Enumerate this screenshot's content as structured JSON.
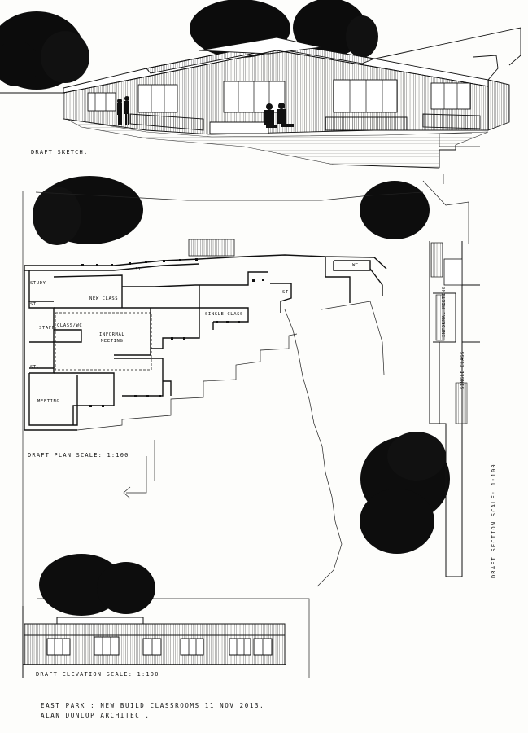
{
  "sheet": {
    "project_line": "EAST PARK : NEW BUILD CLASSROOMS  11 NOV 2013.",
    "architect_line": "ALAN DUNLOP ARCHITECT."
  },
  "drawings": {
    "sketch_label": "DRAFT SKETCH.",
    "plan_label": "DRAFT PLAN  SCALE: 1:100",
    "elevation_label": "DRAFT ELEVATION  SCALE: 1:100",
    "section_label": "DRAFT SECTION  SCALE: 1:100"
  },
  "rooms": {
    "study": "STUDY",
    "st_1": "ST.",
    "st_2": "ST.",
    "st_3": "ST.",
    "st_4": "ST.",
    "wc": "WC.",
    "new_class": "NEW CLASS",
    "staff": "STAFF",
    "class_wc": "CLASS/WC",
    "informal_meeting_1": "INFORMAL",
    "informal_meeting_2": "MEETING",
    "single_class": "SINGLE CLASS",
    "meeting": "MEETING"
  },
  "section_rooms": {
    "informal_meeting": "INFORMAL MEETING",
    "single_class": "SINGLE CLASS"
  }
}
